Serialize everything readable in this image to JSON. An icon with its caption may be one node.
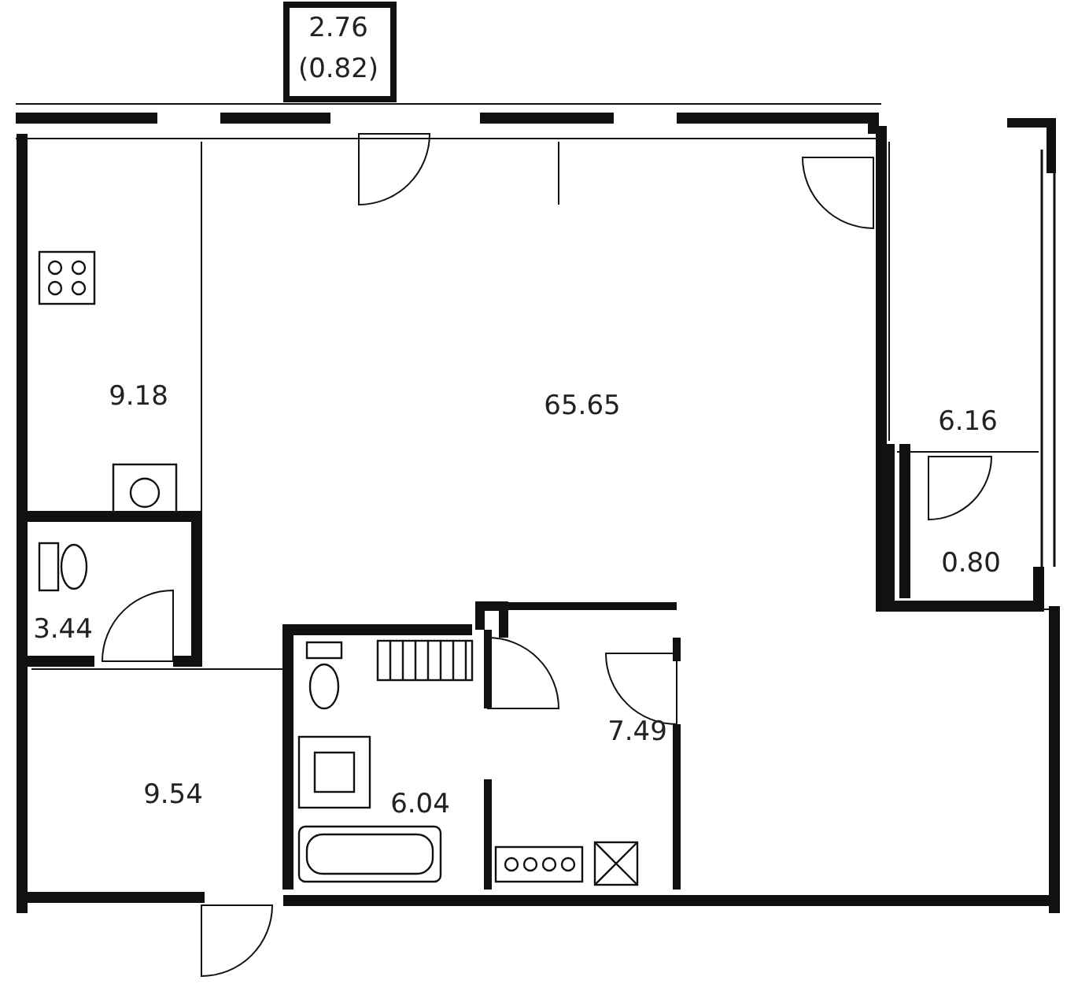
{
  "diagram": {
    "labels": [
      "2.76",
      "(0.82)",
      "9.18",
      "65.65",
      "6.16",
      "3.44",
      "0.80",
      "7.49",
      "9.54",
      "6.04"
    ]
  }
}
